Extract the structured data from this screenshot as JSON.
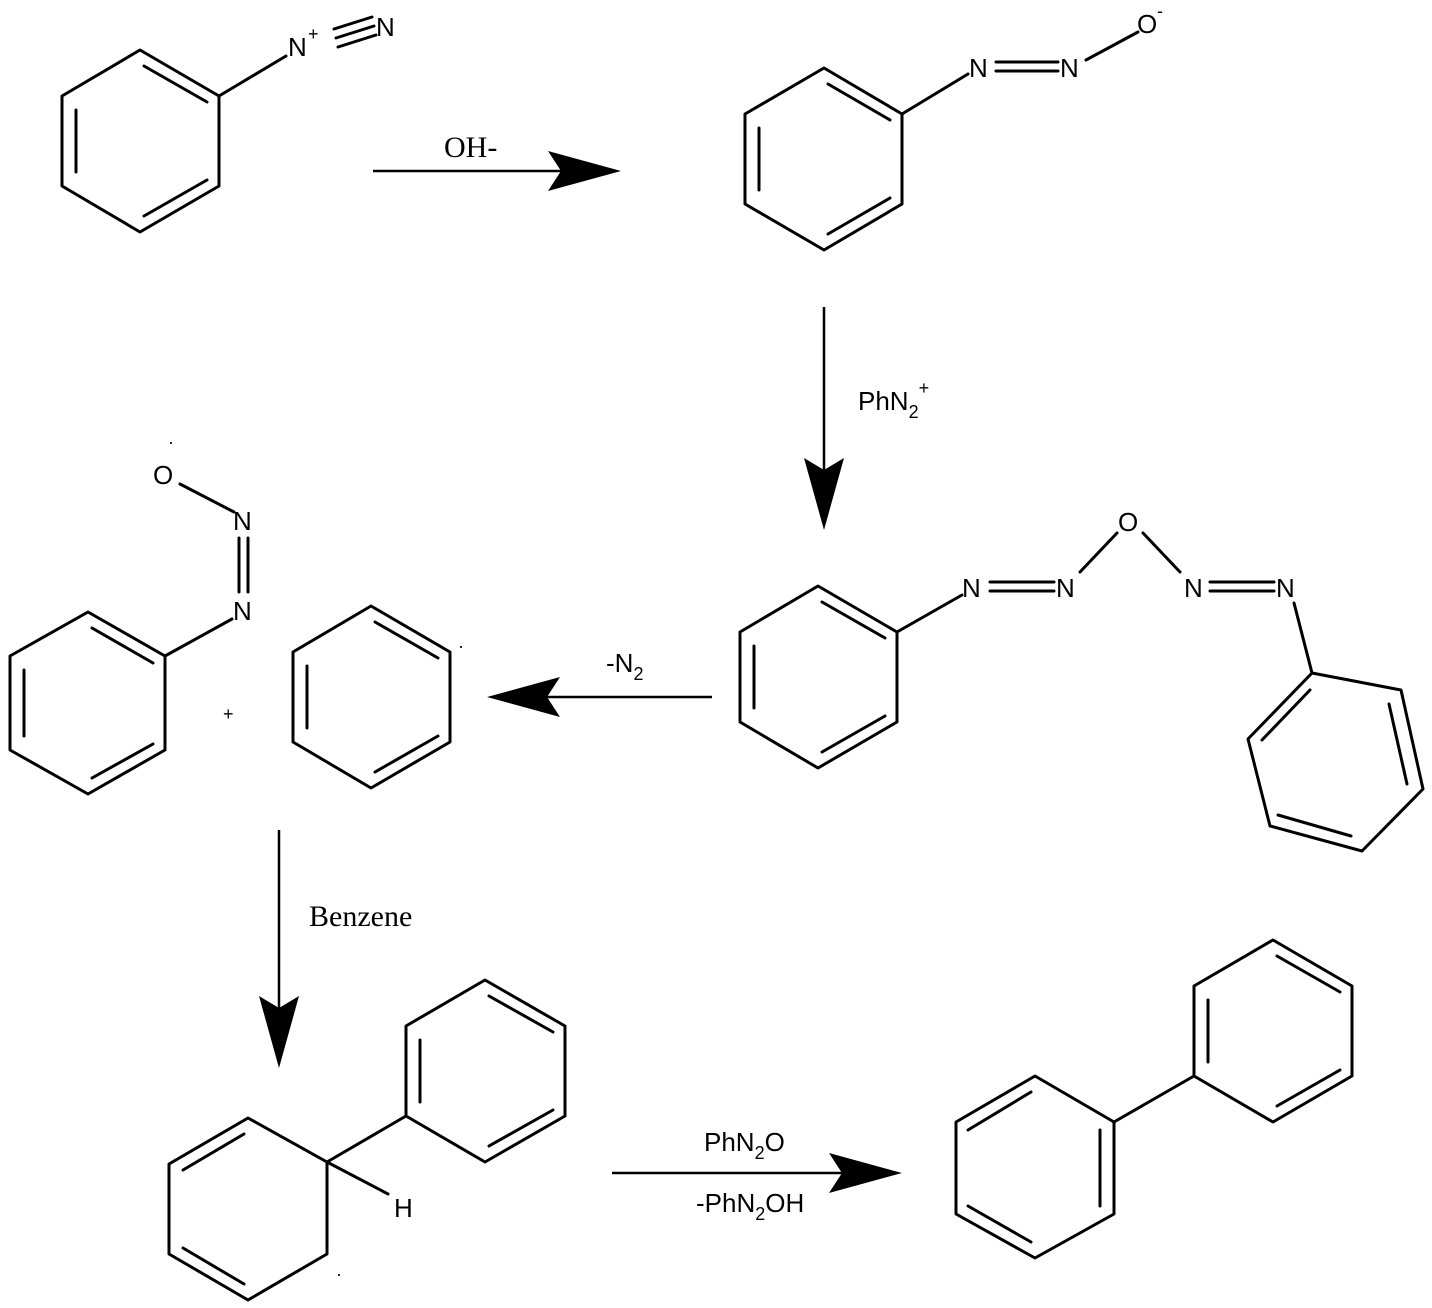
{
  "atoms": {
    "n_plus": "N",
    "plus": "+",
    "n": "N",
    "o": "O",
    "o_minus_sign": "-",
    "h": "H"
  },
  "reagents": {
    "step1": "OH-",
    "step2_main": "PhN",
    "step2_sub": "2",
    "step2_sup": "+",
    "step3_main": "-N",
    "step3_sub": "2",
    "step4": "Benzene",
    "step5_top_main": "PhN",
    "step5_top_sub": "2",
    "step5_top_end": "O",
    "step5_bot_main": "-PhN",
    "step5_bot_sub": "2",
    "step5_bot_end": "OH"
  },
  "symbols": {
    "plus_between": "+",
    "radical_dot": "·"
  }
}
